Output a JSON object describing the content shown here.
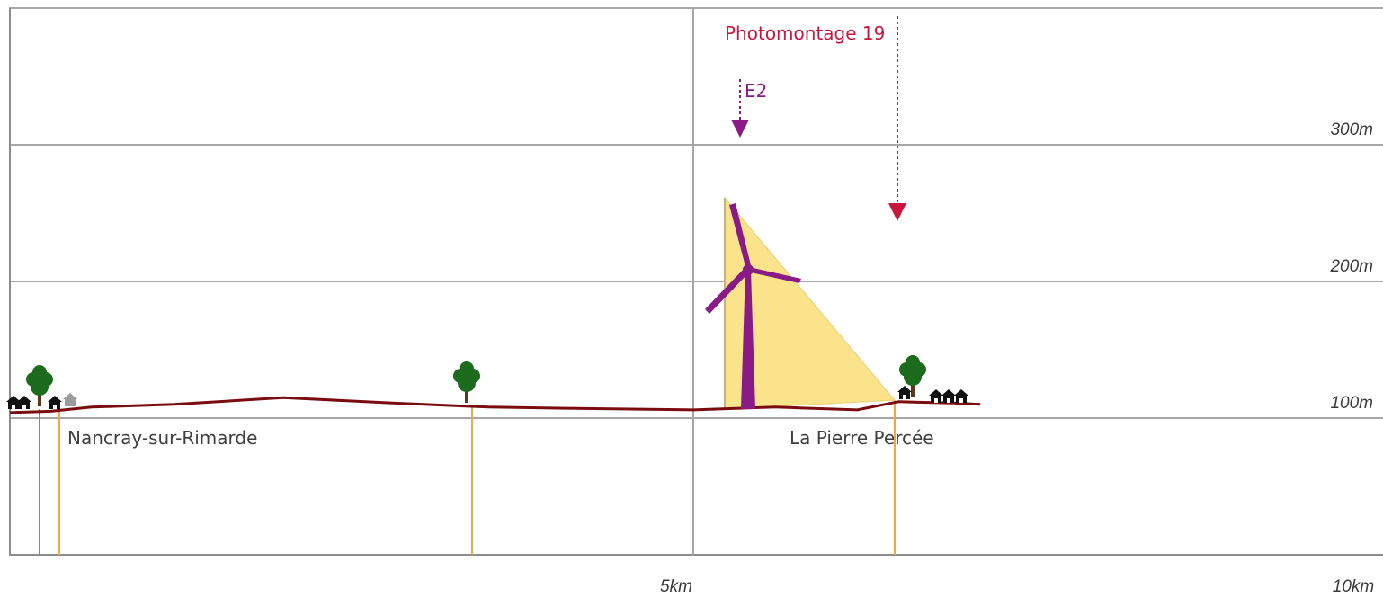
{
  "colors": {
    "grid": "#a6a6a6",
    "frame": "#8c8c8c",
    "terrain": "#7a0c10",
    "photomontage": "#c8173e",
    "turbine": "#8a1a86",
    "view_cone": "#fbe38c",
    "tree": "#1d6b1d",
    "house": "#111111",
    "marker_orange": "#f2a64a",
    "marker_blue": "#2aa5d6"
  },
  "axis": {
    "y_labels": [
      "300m",
      "200m",
      "100m"
    ],
    "x_labels": [
      "5km",
      "10km"
    ],
    "y_range_m": [
      0,
      400
    ],
    "x_range_km": [
      0,
      10
    ]
  },
  "places": {
    "left": "Nancray-sur-Rimarde",
    "right": "La Pierre Percée"
  },
  "photomontage": {
    "label": "Photomontage 19"
  },
  "turbine": {
    "label": "E2"
  },
  "icons": {
    "tree": "tree-icon",
    "house": "house-icon",
    "turbine": "wind-turbine-icon",
    "arrow": "arrow-down-icon"
  },
  "chart_data": {
    "type": "line",
    "title": "",
    "xlabel": "",
    "ylabel": "",
    "xlim": [
      0,
      10
    ],
    "ylim": [
      0,
      400
    ],
    "grid": true,
    "x_tick_labels": [
      "5km",
      "10km"
    ],
    "y_tick_labels": [
      "100m",
      "200m",
      "300m"
    ],
    "series": [
      {
        "x": [
          0,
          0.3,
          0.6,
          1.2,
          2.0,
          2.8,
          3.5,
          4.2,
          5.0,
          5.6,
          6.2,
          6.5,
          6.9,
          7.1
        ],
        "values": [
          104,
          105,
          108,
          110,
          115,
          111,
          108,
          107,
          106,
          108,
          106,
          112,
          111,
          110
        ]
      }
    ]
  }
}
